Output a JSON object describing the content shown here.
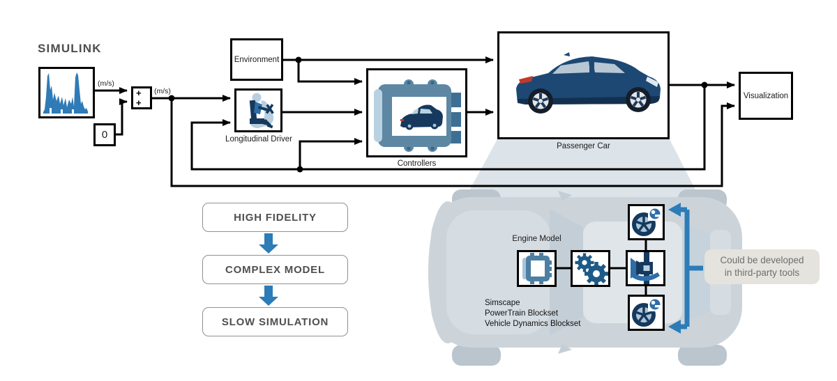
{
  "brand": "SIMULINK",
  "wires": {
    "unit_label_source": "(m/s)",
    "unit_label_reference": "(m/s)"
  },
  "sum_block": {
    "plus_top": "+",
    "plus_bottom": "+"
  },
  "constant_block": {
    "value": "0"
  },
  "blocks": {
    "environment": {
      "label": "Environment"
    },
    "longitudinal_driver": {
      "label": "Longitudinal Driver"
    },
    "controllers": {
      "label": "Controllers"
    },
    "passenger_car": {
      "label": "Passenger Car"
    },
    "visualization": {
      "label": "Visualization"
    }
  },
  "flow": {
    "items": [
      {
        "label": "HIGH FIDELITY"
      },
      {
        "label": "COMPLEX MODEL"
      },
      {
        "label": "SLOW SIMULATION"
      }
    ]
  },
  "detail": {
    "engine_model_label": "Engine Model",
    "toolsets": [
      "Simscape",
      "PowerTrain Blockset",
      "Vehicle Dynamics Blockset"
    ],
    "note": {
      "line1": "Could be developed",
      "line2": "in third-party tools"
    }
  },
  "colors": {
    "accent_blue": "#2c7cb8",
    "navy": "#16395d",
    "steel_blue": "#5d87a3",
    "light_blue": "#b9d2e2",
    "waveform_blue": "#2e7bb7",
    "wire_black": "#000000",
    "note_bg": "#e5e3dd",
    "note_text": "#6f6f6f",
    "car_top_gray": "#ccd4da",
    "projection_gray": "#dce3e9",
    "taillight_red": "#c0392b"
  }
}
